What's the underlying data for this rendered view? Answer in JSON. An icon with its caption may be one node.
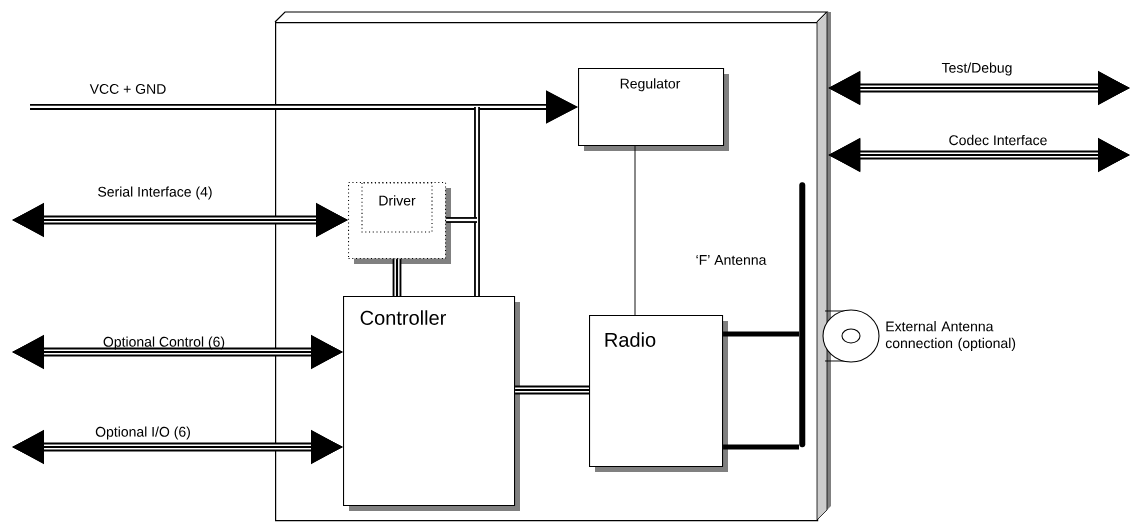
{
  "diagram": {
    "nodes": [
      {
        "text": [],
        "shape": "box"
      },
      {
        "text": [
          "Regulator"
        ],
        "in": 0
      },
      {
        "text": [
          "Driver"
        ],
        "in": 0
      },
      {
        "text": [
          "Controller"
        ],
        "in": 0
      },
      {
        "text": [
          "Radio"
        ],
        "in": 0
      },
      {
        "text": [],
        "shape": "bar",
        "in": 0,
        "beside": [
          "‘F’ Antenna"
        ]
      },
      {
        "text": [],
        "shape": "circle",
        "beside": [
          "External Antenna connection (optional)"
        ]
      }
    ],
    "edges": [
      {
        "from": null,
        "to": 1,
        "arrow": "to",
        "label": "VCC + GND"
      },
      {
        "from": null,
        "to": 3,
        "arrow": "none"
      },
      {
        "from": 2,
        "to": null,
        "arrow": "none"
      },
      {
        "from": null,
        "to": 2,
        "arrow": "both",
        "label": "Serial Interface (4)"
      },
      {
        "from": 2,
        "to": 3,
        "arrow": "none"
      },
      {
        "from": null,
        "to": 3,
        "arrow": "both",
        "label": "Optional Control (6)"
      },
      {
        "from": null,
        "to": 3,
        "arrow": "both",
        "label": "Optional I/O (6)"
      },
      {
        "from": 3,
        "to": 4,
        "arrow": "none"
      },
      {
        "from": 1,
        "to": 4,
        "arrow": "none"
      },
      {
        "from": 4,
        "to": 5,
        "arrow": "none"
      },
      {
        "from": 4,
        "to": 5,
        "arrow": "none"
      },
      {
        "from": 0,
        "to": null,
        "arrow": "both",
        "label": "Test/Debug"
      },
      {
        "from": 0,
        "to": null,
        "arrow": "both",
        "label": "Codec Interface"
      }
    ]
  }
}
